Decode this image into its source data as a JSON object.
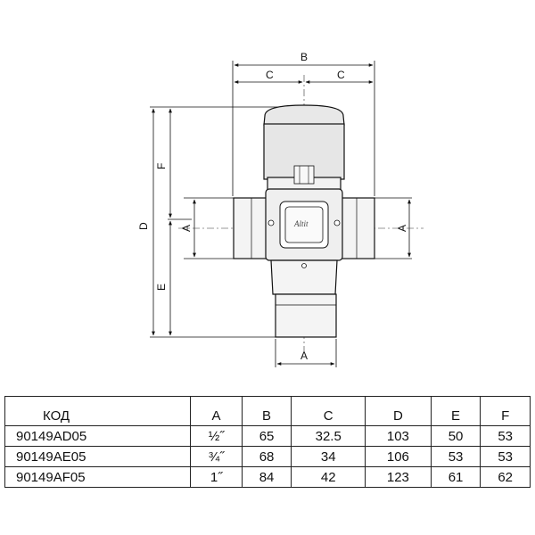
{
  "drawing": {
    "dims": {
      "B": "B",
      "C_left": "C",
      "C_right": "C",
      "D": "D",
      "F": "F",
      "E": "E",
      "A_left": "A",
      "A_right": "A",
      "A_bottom": "A"
    },
    "logo": "Altit"
  },
  "table": {
    "headers": [
      "КОД",
      "A",
      "B",
      "C",
      "D",
      "E",
      "F"
    ],
    "rows": [
      [
        "90149AD05",
        "½˝",
        "65",
        "32.5",
        "103",
        "50",
        "53"
      ],
      [
        "90149AE05",
        "¾˝",
        "68",
        "34",
        "106",
        "53",
        "53"
      ],
      [
        "90149AF05",
        "1˝",
        "84",
        "42",
        "123",
        "61",
        "62"
      ]
    ]
  }
}
